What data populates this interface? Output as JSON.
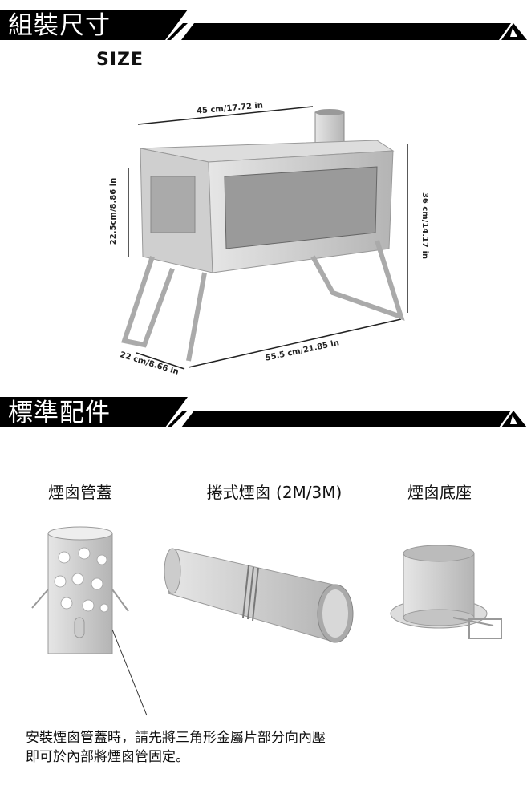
{
  "sections": {
    "size": {
      "title": "組裝尺寸",
      "subtitle": "SIZE"
    },
    "accessories": {
      "title": "標準配件"
    }
  },
  "dimensions": {
    "width_top": "45 cm/17.72 in",
    "height_body": "22.5cm/8.86 in",
    "height_total": "36 cm/14.17 in",
    "depth": "22 cm/8.66 in",
    "length_total": "55.5 cm/21.85 in"
  },
  "accessories": [
    {
      "name": "煙囪管蓋"
    },
    {
      "name": "捲式煙囪 (2M/3M)"
    },
    {
      "name": "煙囪底座"
    }
  ],
  "caption": {
    "line1": "安裝煙囪管蓋時，請先將三角形金屬片部分向內壓",
    "line2": "即可於內部將煙囪管固定。"
  },
  "colors": {
    "header": "#000000",
    "metal": "#c8c8c8"
  }
}
